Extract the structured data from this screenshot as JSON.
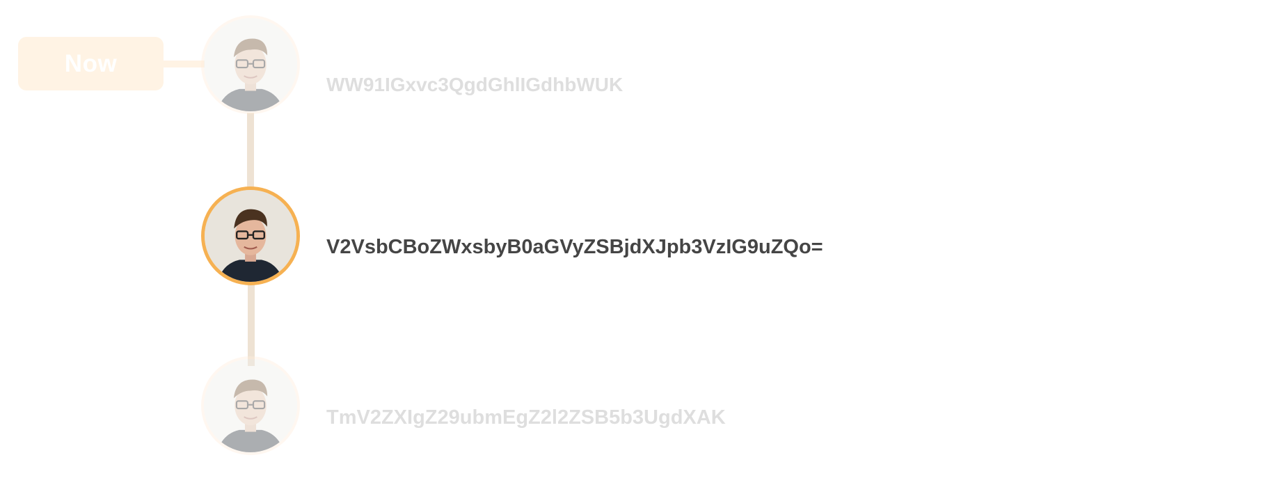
{
  "timeline": {
    "now_label": "Now",
    "items": [
      {
        "label": "WW91IGxvc3QgdGhlIGdhbWUK",
        "state": "faded"
      },
      {
        "label": "V2VsbCBoZWxsbyB0aGVyZSBjdXJpb3VzIG9uZQo=",
        "state": "active"
      },
      {
        "label": "TmV2ZXIgZ29ubmEgZ2l2ZSB5b3UgdXAK",
        "state": "faded"
      }
    ]
  },
  "colors": {
    "active_ring": "#f6b152",
    "now_pill_bg": "#fff3e4",
    "line": "#eee2d3",
    "active_text": "#454545",
    "faded_text": "#dedede"
  },
  "icons": {
    "avatar": "avatar-icon"
  }
}
